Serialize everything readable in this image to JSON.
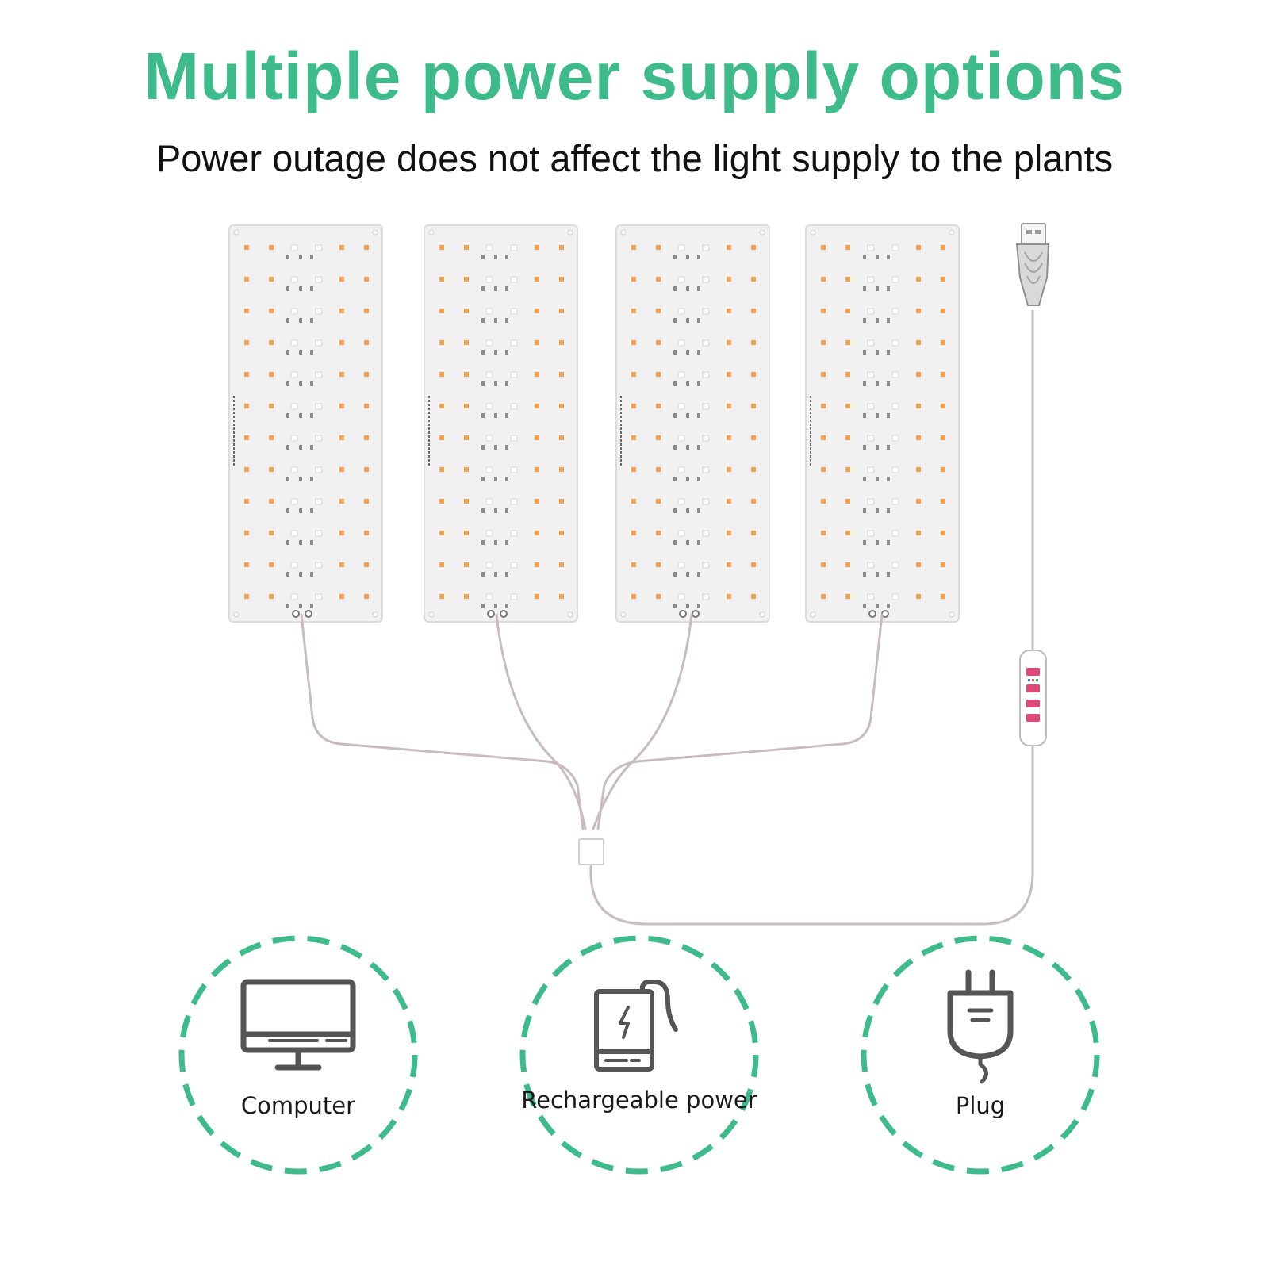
{
  "header": {
    "title": "Multiple power supply options",
    "subtitle": "Power outage does not affect the light supply to the plants"
  },
  "colors": {
    "accent": "#3dbb8b",
    "panel": "#f1f1f1",
    "panel_edge": "#dcdcdc",
    "led_orange": "#f5a04a",
    "led_white": "#ffffff",
    "cable": "#c9bcbc",
    "icon": "#555555",
    "controller_button": "#e04878"
  },
  "panels": [
    {
      "name": "grow-light-panel-1"
    },
    {
      "name": "grow-light-panel-2"
    },
    {
      "name": "grow-light-panel-3"
    },
    {
      "name": "grow-light-panel-4"
    }
  ],
  "options": [
    {
      "label": "Computer",
      "icon": "computer-monitor-icon"
    },
    {
      "label": "Rechargeable power",
      "icon": "power-bank-icon"
    },
    {
      "label": "Plug",
      "icon": "power-plug-icon"
    }
  ]
}
